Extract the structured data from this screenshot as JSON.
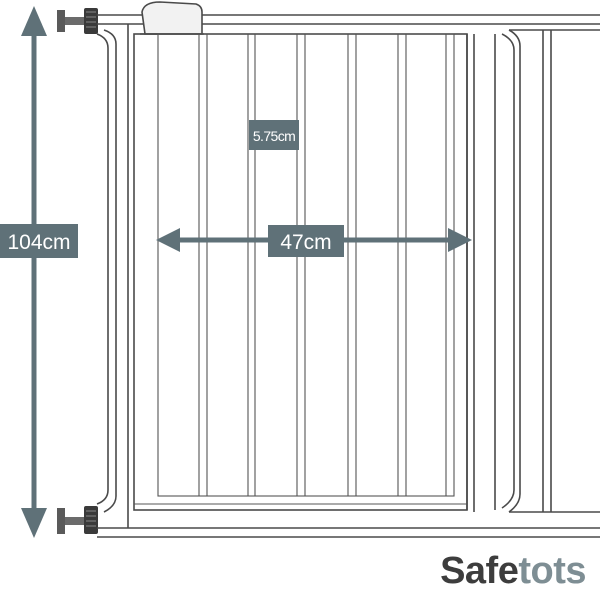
{
  "dimensions": {
    "height_label": "104cm",
    "width_label": "47cm",
    "bar_spacing_label": "5.75cm"
  },
  "brand": {
    "part1": "Safe",
    "part2": "tots"
  },
  "colors": {
    "label_background": "#5f7178",
    "arrow": "#5f7178",
    "outline": "#4a4a4a",
    "brand_dark": "#3d3d3d",
    "brand_light": "#7e8e94"
  }
}
